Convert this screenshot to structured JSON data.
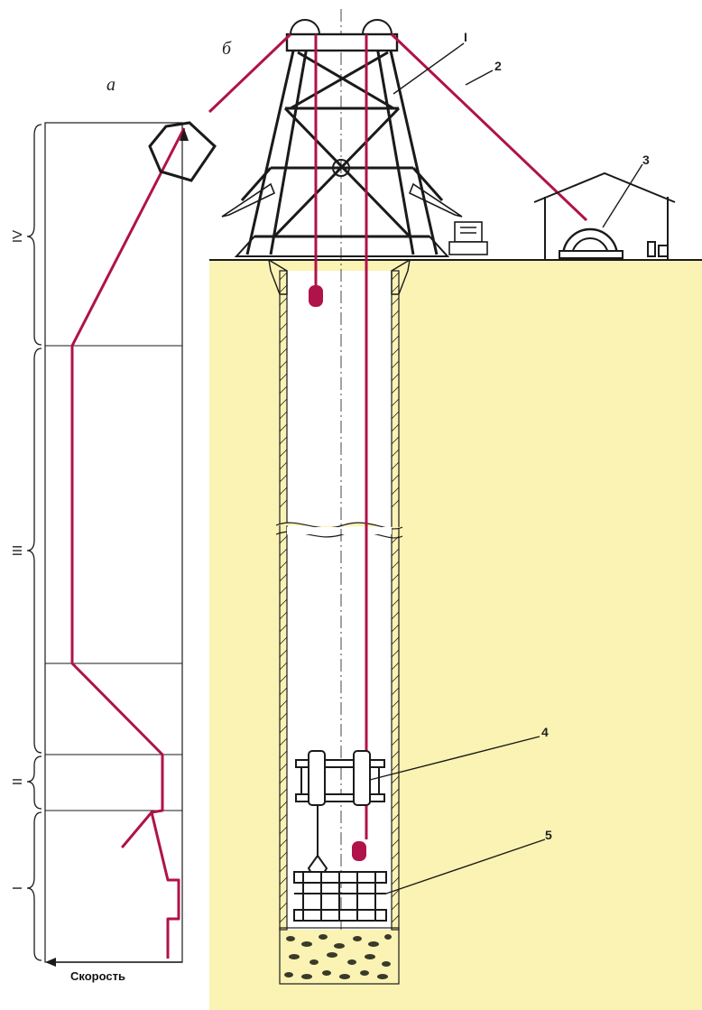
{
  "panels": {
    "a": "а",
    "b": "б"
  },
  "stages": [
    "IV",
    "III",
    "II",
    "I"
  ],
  "axis": {
    "label": "Скорость"
  },
  "callouts": [
    "I",
    "2",
    "3",
    "4",
    "5"
  ],
  "colors": {
    "ground": "#fbf3b4",
    "rope": "#b0124a",
    "line": "#1a1a1a",
    "rock": "#c9c38a"
  }
}
